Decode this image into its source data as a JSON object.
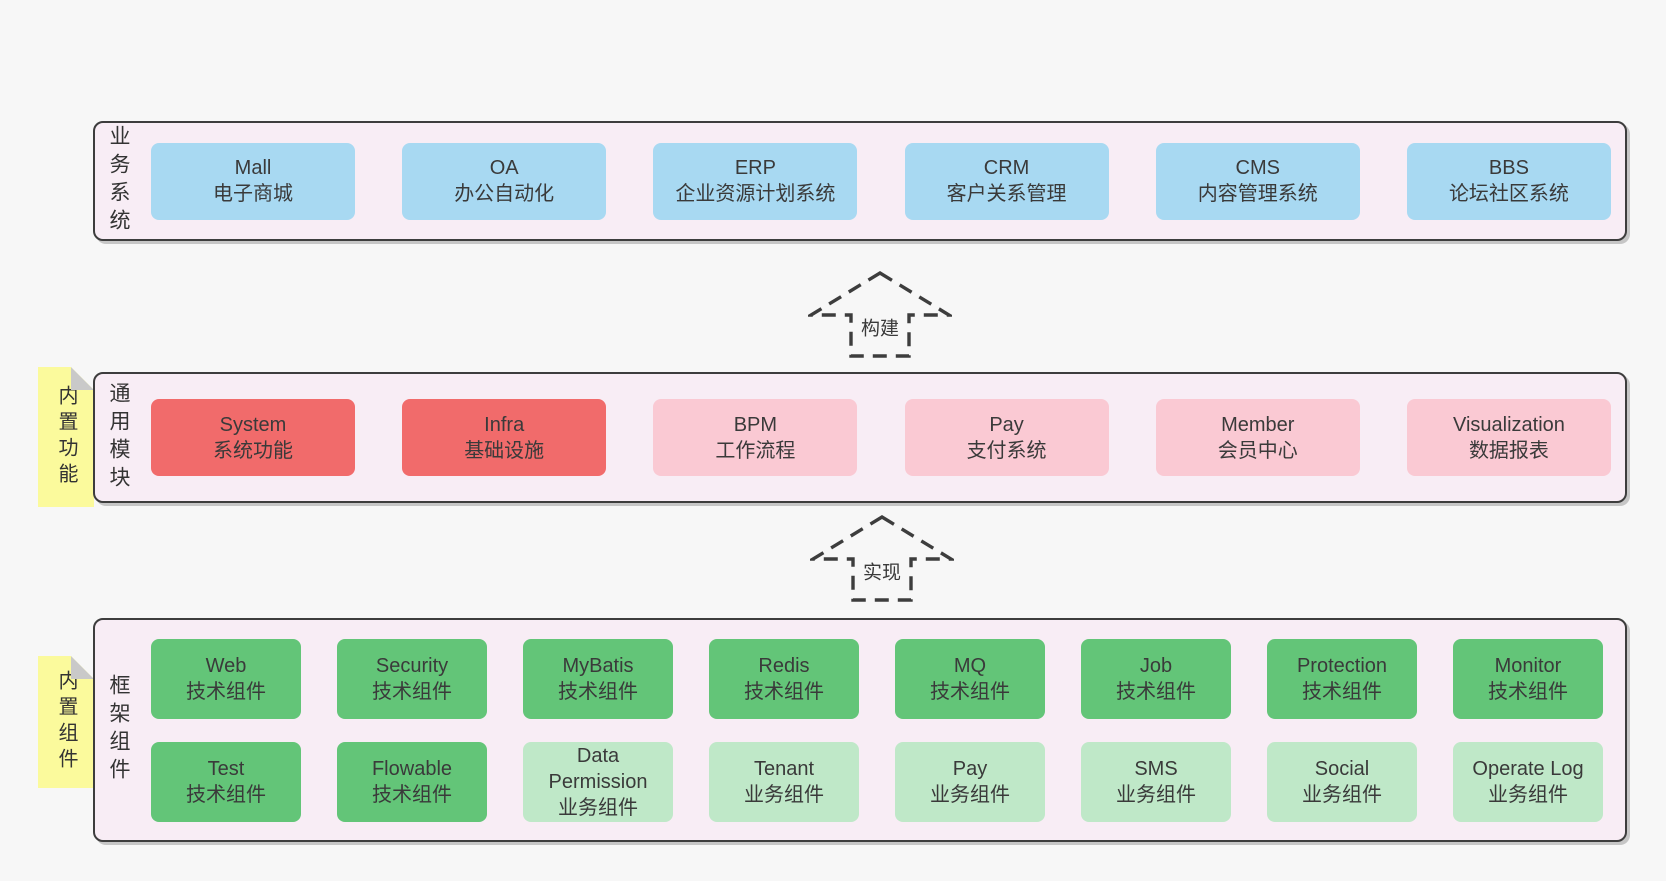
{
  "colors": {
    "page_bg": "#f7f7f7",
    "layer_bg": "#f8edf5",
    "border": "#3d3d3d",
    "blue": "#a8d9f2",
    "red": "#f16b6b",
    "pink": "#fac9d3",
    "green": "#63c578",
    "green_light": "#bfe8c8",
    "sticky_yellow": "#fbfa9c"
  },
  "stickies": [
    {
      "text": "内置功能"
    },
    {
      "text": "内置组件"
    }
  ],
  "arrows": [
    {
      "label": "构建"
    },
    {
      "label": "实现"
    }
  ],
  "layers": [
    {
      "label": "业务系统",
      "boxes": [
        {
          "title": "Mall",
          "subtitle": "电子商城"
        },
        {
          "title": "OA",
          "subtitle": "办公自动化"
        },
        {
          "title": "ERP",
          "subtitle": "企业资源计划系统"
        },
        {
          "title": "CRM",
          "subtitle": "客户关系管理"
        },
        {
          "title": "CMS",
          "subtitle": "内容管理系统"
        },
        {
          "title": "BBS",
          "subtitle": "论坛社区系统"
        }
      ]
    },
    {
      "label": "通用模块",
      "boxes": [
        {
          "title": "System",
          "subtitle": "系统功能"
        },
        {
          "title": "Infra",
          "subtitle": "基础设施"
        },
        {
          "title": "BPM",
          "subtitle": "工作流程"
        },
        {
          "title": "Pay",
          "subtitle": "支付系统"
        },
        {
          "title": "Member",
          "subtitle": "会员中心"
        },
        {
          "title": "Visualization",
          "subtitle": "数据报表"
        }
      ]
    },
    {
      "label": "框架组件",
      "rows": [
        [
          {
            "title": "Web",
            "subtitle": "技术组件"
          },
          {
            "title": "Security",
            "subtitle": "技术组件"
          },
          {
            "title": "MyBatis",
            "subtitle": "技术组件"
          },
          {
            "title": "Redis",
            "subtitle": "技术组件"
          },
          {
            "title": "MQ",
            "subtitle": "技术组件"
          },
          {
            "title": "Job",
            "subtitle": "技术组件"
          },
          {
            "title": "Protection",
            "subtitle": "技术组件"
          },
          {
            "title": "Monitor",
            "subtitle": "技术组件"
          }
        ],
        [
          {
            "title": "Test",
            "subtitle": "技术组件"
          },
          {
            "title": "Flowable",
            "subtitle": "技术组件"
          },
          {
            "title": "Data Permission",
            "subtitle": "业务组件"
          },
          {
            "title": "Tenant",
            "subtitle": "业务组件"
          },
          {
            "title": "Pay",
            "subtitle": "业务组件"
          },
          {
            "title": "SMS",
            "subtitle": "业务组件"
          },
          {
            "title": "Social",
            "subtitle": "业务组件"
          },
          {
            "title": "Operate Log",
            "subtitle": "业务组件"
          }
        ]
      ]
    }
  ]
}
